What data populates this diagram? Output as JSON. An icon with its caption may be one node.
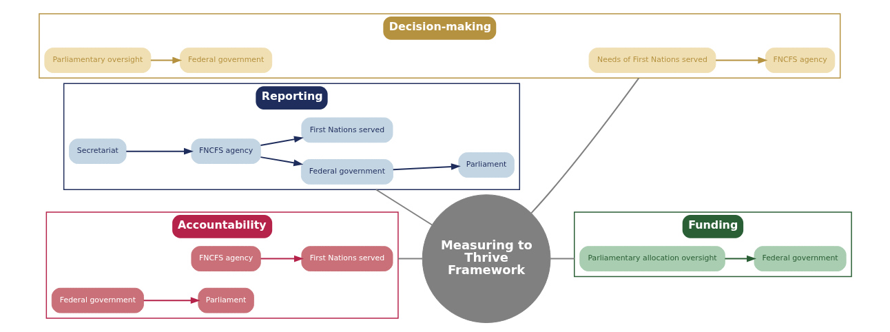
{
  "diagram": {
    "nodes": [
      {
        "text": [
          "Accountability"
        ]
      },
      {
        "text": [
          "FNCFS agency"
        ],
        "in": 0
      },
      {
        "text": [
          "Federal government"
        ],
        "in": 0
      },
      {
        "text": [
          "First Nations served"
        ],
        "in": 0
      },
      {
        "text": [
          "Parliament"
        ],
        "in": 0
      },
      {
        "text": [
          "Funding"
        ]
      },
      {
        "text": [
          "Federal government"
        ],
        "in": 5
      },
      {
        "text": [
          "Parliamentary allocation oversight"
        ],
        "in": 5
      },
      {
        "text": [
          "Measuring to Thrive Framework"
        ]
      },
      {
        "text": [
          "Reporting"
        ]
      },
      {
        "text": [
          "Secretariat"
        ],
        "in": 9
      },
      {
        "text": [
          "FNCFS agency"
        ],
        "in": 9
      },
      {
        "text": [
          "Federal government"
        ],
        "in": 9
      },
      {
        "text": [
          "First Nations served"
        ],
        "in": 9
      },
      {
        "text": [
          "Parliament"
        ],
        "in": 9
      },
      {
        "text": [
          "Decision-making"
        ]
      },
      {
        "text": [
          "FNCFS agency"
        ],
        "in": 15
      },
      {
        "text": [
          "Federal government"
        ],
        "in": 15
      },
      {
        "text": [
          "Needs of First Nations served"
        ],
        "in": 15
      },
      {
        "text": [
          "Parliamentary oversight"
        ],
        "in": 15
      }
    ],
    "edges": [
      {
        "from": 1,
        "to": 3,
        "arrow": "to",
        "color": "#b5234a"
      },
      {
        "from": 2,
        "to": 4,
        "arrow": "to",
        "color": "#b5234a"
      },
      {
        "from": 7,
        "to": 6,
        "arrow": "to",
        "color": "#2a5e35"
      },
      {
        "from": 10,
        "to": 11,
        "arrow": "to",
        "color": "#1e2d5c"
      },
      {
        "from": 11,
        "to": 12,
        "arrow": "to",
        "color": "#1e2d5c"
      },
      {
        "from": 11,
        "to": 13,
        "arrow": "to",
        "color": "#1e2d5c"
      },
      {
        "from": 12,
        "to": 14,
        "arrow": "to",
        "color": "#1e2d5c"
      },
      {
        "from": 18,
        "to": 16,
        "arrow": "to",
        "color": "#b59240"
      },
      {
        "from": 19,
        "to": 17,
        "arrow": "to",
        "color": "#b59240"
      },
      {
        "from": 8,
        "to": 0,
        "arrow": "none",
        "color": "#808080"
      },
      {
        "from": 8,
        "to": 5,
        "arrow": "none",
        "color": "#808080"
      },
      {
        "from": 8,
        "to": 9,
        "arrow": "none",
        "color": "#808080"
      },
      {
        "from": 8,
        "to": 15,
        "arrow": "none",
        "color": "#808080"
      }
    ]
  }
}
